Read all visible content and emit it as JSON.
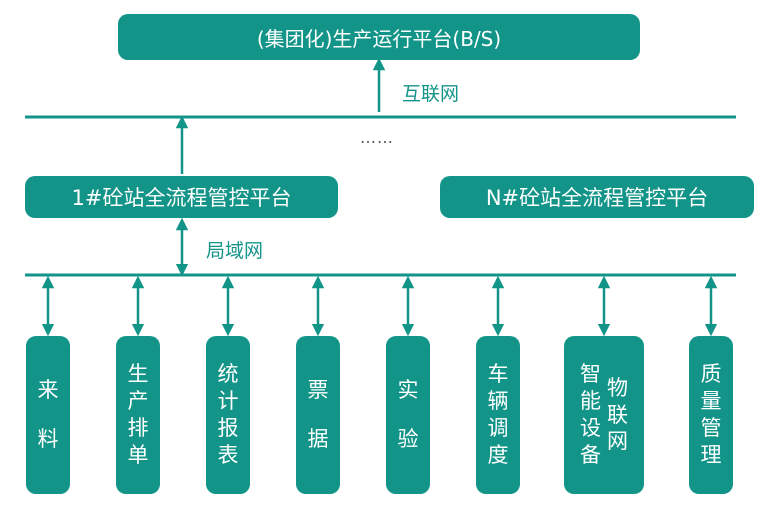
{
  "platform": {
    "title": "(集团化)生产运行平台(B/S)"
  },
  "links": {
    "internet": "互联网",
    "lan": "局域网",
    "ellipsis": "……"
  },
  "stations": {
    "first": "1#砼站全流程管控平台",
    "last": "N#砼站全流程管控平台"
  },
  "modules": [
    {
      "chars": [
        "来",
        "料"
      ]
    },
    {
      "chars": [
        "生",
        "产",
        "排",
        "单"
      ]
    },
    {
      "chars": [
        "统",
        "计",
        "报",
        "表"
      ]
    },
    {
      "chars": [
        "票",
        "据"
      ]
    },
    {
      "chars": [
        "实",
        "验"
      ]
    },
    {
      "chars": [
        "车",
        "辆",
        "调",
        "度"
      ]
    },
    {
      "cols": [
        [
          "智",
          "能",
          "设",
          "备"
        ],
        [
          "物",
          "联",
          "网"
        ]
      ]
    },
    {
      "chars": [
        "质",
        "量",
        "管",
        "理"
      ]
    }
  ],
  "colors": {
    "primary": "#139488",
    "line": "#139488"
  }
}
